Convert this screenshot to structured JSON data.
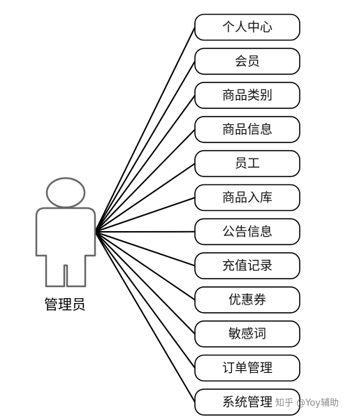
{
  "actor": {
    "label": "管理员"
  },
  "use_cases": [
    {
      "label": "个人中心"
    },
    {
      "label": "会员"
    },
    {
      "label": "商品类别"
    },
    {
      "label": "商品信息"
    },
    {
      "label": "员工"
    },
    {
      "label": "商品入库"
    },
    {
      "label": "公告信息"
    },
    {
      "label": "充值记录"
    },
    {
      "label": "优惠券"
    },
    {
      "label": "敏感词"
    },
    {
      "label": "订单管理"
    },
    {
      "label": "系统管理"
    }
  ],
  "watermark": {
    "text": "知乎 @Yoy辅助"
  },
  "colors": {
    "stroke": "#000000",
    "actor_stroke": "#666666",
    "node_fill": "#ffffff"
  }
}
